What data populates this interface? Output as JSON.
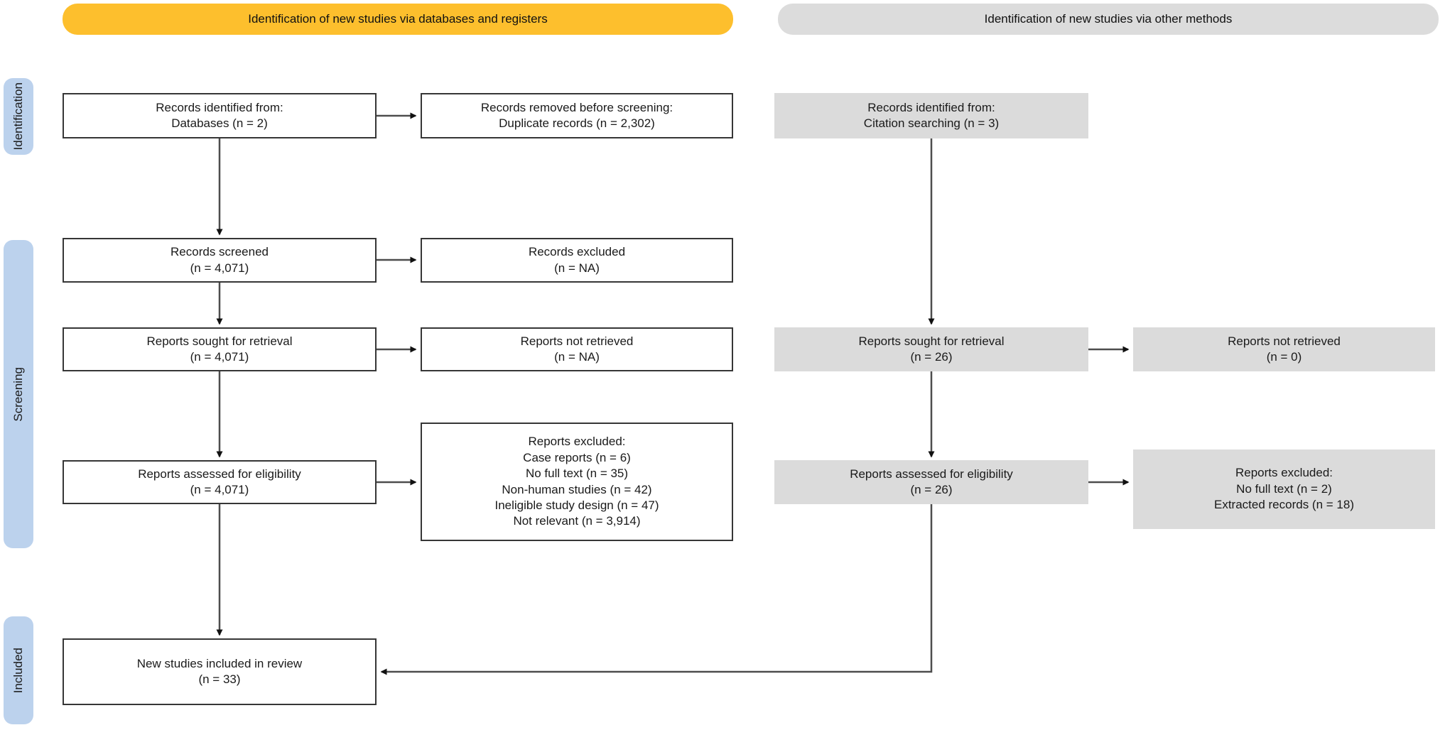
{
  "colors": {
    "header_yellow": "#FDBF2D",
    "header_gray": "#DCDCDC",
    "side_label_blue": "#BCD2ED",
    "box_gray": "#DBDBDB",
    "box_border": "#363636",
    "connector_line": "#4d4d4d"
  },
  "headers": {
    "databases": "Identification of new studies via databases and registers",
    "other_methods": "Identification of new studies via other methods"
  },
  "side_labels": {
    "identification": "Identification",
    "screening": "Screening",
    "included": "Included"
  },
  "left_column": {
    "records_identified": {
      "line1": "Records identified from:",
      "line2": "Databases (n = 2)"
    },
    "records_removed": {
      "line1": "Records removed before screening:",
      "line2": "Duplicate records (n = 2,302)"
    },
    "records_screened": {
      "line1": "Records screened",
      "line2": "(n = 4,071)"
    },
    "records_excluded": {
      "line1": "Records excluded",
      "line2": "(n = NA)"
    },
    "reports_sought": {
      "line1": "Reports sought for retrieval",
      "line2": "(n = 4,071)"
    },
    "reports_not_retrieved": {
      "line1": "Reports not retrieved",
      "line2": "(n = NA)"
    },
    "reports_assessed": {
      "line1": "Reports assessed for eligibility",
      "line2": "(n = 4,071)"
    },
    "reports_excluded": {
      "title": "Reports excluded:",
      "reasons": [
        "Case reports (n = 6)",
        "No full text (n = 35)",
        "Non-human studies (n = 42)",
        "Ineligible study design (n = 47)",
        "Not relevant (n = 3,914)"
      ]
    },
    "included": {
      "line1": "New studies included in review",
      "line2": "(n = 33)"
    }
  },
  "right_column": {
    "records_identified": {
      "line1": "Records identified from:",
      "line2": "Citation searching (n = 3)"
    },
    "reports_sought": {
      "line1": "Reports sought for retrieval",
      "line2": "(n = 26)"
    },
    "reports_not_retrieved": {
      "line1": "Reports not retrieved",
      "line2": "(n = 0)"
    },
    "reports_assessed": {
      "line1": "Reports assessed for eligibility",
      "line2": "(n = 26)"
    },
    "reports_excluded": {
      "title": "Reports excluded:",
      "reasons": [
        "No full text (n = 2)",
        "Extracted records (n = 18)"
      ]
    }
  }
}
